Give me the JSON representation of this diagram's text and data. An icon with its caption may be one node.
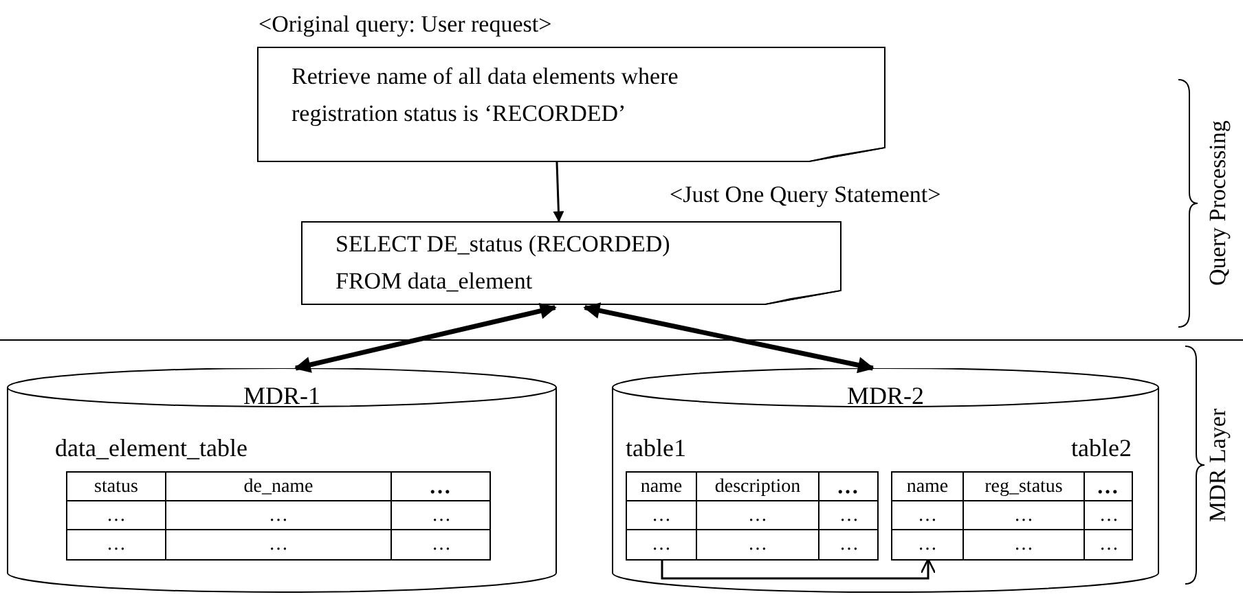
{
  "diagram": {
    "nodes": [
      {
        "text": [
          "Retrieve name of all data elements where registration status is ‘RECORDED’"
        ],
        "beside": [
          "<Original query: User request>"
        ]
      },
      {
        "text": [
          "SELECT DE_status (RECORDED) FROM data_element"
        ],
        "beside": [
          "<Just One Query Statement>"
        ]
      },
      {
        "text": [
          "MDR-1"
        ]
      },
      {
        "text": [
          "data_element_table"
        ],
        "in": 2
      },
      {
        "text": [
          "MDR-2"
        ]
      },
      {
        "text": [
          "table1"
        ],
        "in": 4
      },
      {
        "text": [
          "table2"
        ],
        "in": 4
      },
      {
        "text": [
          "…"
        ],
        "in": 5
      },
      {
        "text": [
          "…"
        ],
        "in": 6
      }
    ],
    "edges": [
      {
        "from": 0,
        "to": 1,
        "arrow": "to"
      },
      {
        "from": 1,
        "to": 2,
        "arrow": "both",
        "style": "thick"
      },
      {
        "from": 1,
        "to": 4,
        "arrow": "both",
        "style": "thick"
      },
      {
        "from": 7,
        "to": 8,
        "arrow": "to"
      }
    ],
    "labels": [
      "Query Processing",
      "MDR Layer",
      "status",
      "de_name",
      "…",
      "…",
      "…",
      "…",
      "…",
      "…",
      "…",
      "name",
      "description",
      "…",
      "…",
      "…",
      "…",
      "…",
      "…",
      "name",
      "reg_status",
      "…",
      "…",
      "…",
      "…",
      "…",
      "…"
    ]
  }
}
